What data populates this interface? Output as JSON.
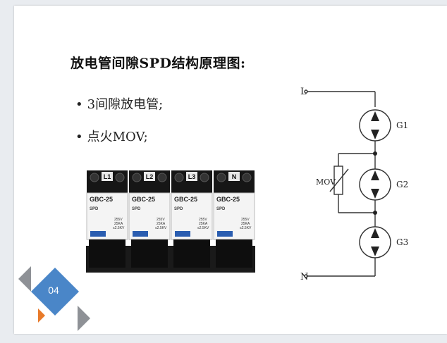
{
  "slide": {
    "title": "放电管间隙SPD结构原理图:",
    "bullets": [
      {
        "dot": "•",
        "text": "3间隙放电管;"
      },
      {
        "dot": "•",
        "text": "点火MOV;"
      }
    ],
    "page_number": "04"
  },
  "product": {
    "modules": [
      {
        "terminal": "L1",
        "model": "GBC-25",
        "type": "SPD",
        "spec1": "255V",
        "spec2": "25KA",
        "spec3": "≤2.5KV"
      },
      {
        "terminal": "L2",
        "model": "GBC-25",
        "type": "SPD",
        "spec1": "255V",
        "spec2": "25KA",
        "spec3": "≤2.5KV"
      },
      {
        "terminal": "L3",
        "model": "GBC-25",
        "type": "SPD",
        "spec1": "255V",
        "spec2": "25KA",
        "spec3": "≤2.5KV"
      },
      {
        "terminal": "N",
        "model": "GBC-25",
        "type": "SPD",
        "spec1": "255V",
        "spec2": "25KA",
        "spec3": "≤2.5KV"
      }
    ]
  },
  "circuit": {
    "line_label": "L",
    "neutral_label": "N",
    "mov_label": "MOV",
    "gaps": [
      "G1",
      "G2",
      "G3"
    ]
  },
  "colors": {
    "accent_blue": "#4a86c8",
    "accent_orange": "#e87a2a",
    "deco_gray": "#8e9196"
  }
}
